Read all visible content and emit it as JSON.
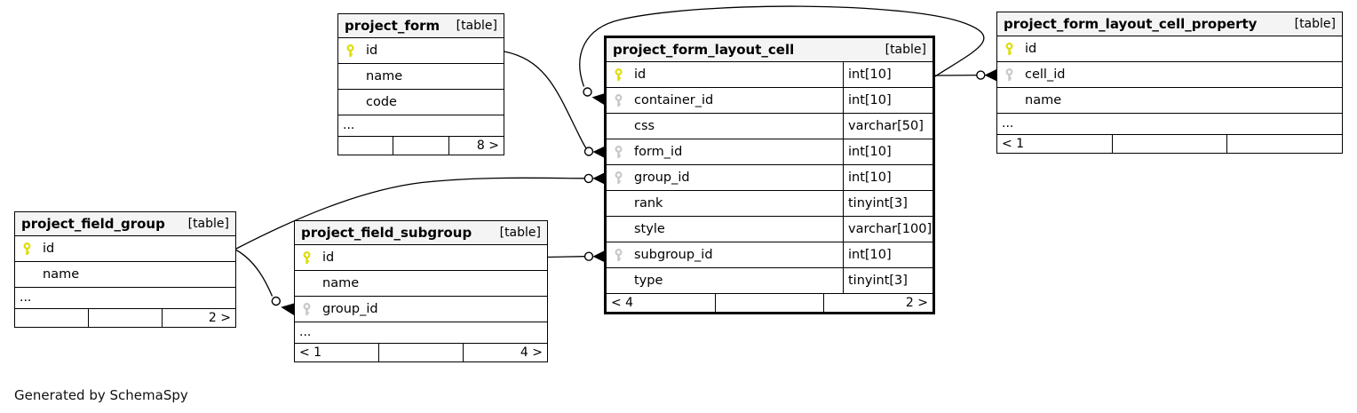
{
  "diagram": {
    "generated_note": "Generated by SchemaSpy",
    "colors": {
      "pk_key": "#dcdc00",
      "fk_key": "#c6c6c6",
      "line": "#000000",
      "header_bg": "#f4f4f4"
    },
    "tables": [
      {
        "title": "project_form",
        "tag": "[table]",
        "emphasized": false,
        "has_types": false,
        "columns": [
          {
            "name": "id",
            "key": "pk",
            "type": ""
          },
          {
            "name": "name",
            "key": "",
            "type": ""
          },
          {
            "name": "code",
            "key": "",
            "type": ""
          }
        ],
        "ellipsis": "...",
        "footer": [
          "",
          "",
          "8 >"
        ]
      },
      {
        "title": "project_form_layout_cell",
        "tag": "[table]",
        "emphasized": true,
        "has_types": true,
        "columns": [
          {
            "name": "id",
            "key": "pk",
            "type": "int[10]"
          },
          {
            "name": "container_id",
            "key": "fk",
            "type": "int[10]"
          },
          {
            "name": "css",
            "key": "",
            "type": "varchar[50]"
          },
          {
            "name": "form_id",
            "key": "fk",
            "type": "int[10]"
          },
          {
            "name": "group_id",
            "key": "fk",
            "type": "int[10]"
          },
          {
            "name": "rank",
            "key": "",
            "type": "tinyint[3]"
          },
          {
            "name": "style",
            "key": "",
            "type": "varchar[100]"
          },
          {
            "name": "subgroup_id",
            "key": "fk",
            "type": "int[10]"
          },
          {
            "name": "type",
            "key": "",
            "type": "tinyint[3]"
          }
        ],
        "ellipsis": "",
        "footer": [
          "< 4",
          "",
          "2 >"
        ]
      },
      {
        "title": "project_form_layout_cell_property",
        "tag": "[table]",
        "emphasized": false,
        "has_types": false,
        "columns": [
          {
            "name": "id",
            "key": "pk",
            "type": ""
          },
          {
            "name": "cell_id",
            "key": "fk",
            "type": ""
          },
          {
            "name": "name",
            "key": "",
            "type": ""
          }
        ],
        "ellipsis": "...",
        "footer": [
          "< 1",
          "",
          ""
        ]
      },
      {
        "title": "project_field_group",
        "tag": "[table]",
        "emphasized": false,
        "has_types": false,
        "columns": [
          {
            "name": "id",
            "key": "pk",
            "type": ""
          },
          {
            "name": "name",
            "key": "",
            "type": ""
          }
        ],
        "ellipsis": "...",
        "footer": [
          "",
          "",
          "2 >"
        ]
      },
      {
        "title": "project_field_subgroup",
        "tag": "[table]",
        "emphasized": false,
        "has_types": false,
        "columns": [
          {
            "name": "id",
            "key": "pk",
            "type": ""
          },
          {
            "name": "name",
            "key": "",
            "type": ""
          },
          {
            "name": "group_id",
            "key": "fk",
            "type": ""
          }
        ],
        "ellipsis": "...",
        "footer": [
          "< 1",
          "",
          "4 >"
        ]
      }
    ],
    "relationships": [
      {
        "from": "project_form.id",
        "to": "project_form_layout_cell.form_id"
      },
      {
        "from": "project_form_layout_cell.id",
        "to": "project_form_layout_cell.container_id"
      },
      {
        "from": "project_form_layout_cell.id",
        "to": "project_form_layout_cell_property.cell_id"
      },
      {
        "from": "project_field_group.id",
        "to": "project_form_layout_cell.group_id"
      },
      {
        "from": "project_field_group.id",
        "to": "project_field_subgroup.group_id"
      },
      {
        "from": "project_field_subgroup.id",
        "to": "project_form_layout_cell.subgroup_id"
      }
    ]
  }
}
